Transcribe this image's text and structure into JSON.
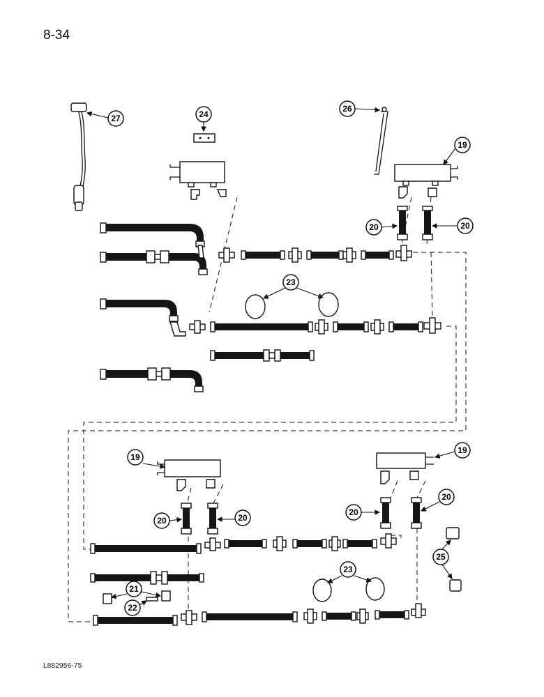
{
  "page_number": "8-34",
  "footer_code": "L882956-75",
  "callouts": {
    "c19a": "19",
    "c19b": "19",
    "c19c": "19",
    "c20a": "20",
    "c20b": "20",
    "c20c": "20",
    "c20d": "20",
    "c20e": "20",
    "c20f": "20",
    "c21": "21",
    "c22": "22",
    "c23a": "23",
    "c23b": "23",
    "c24": "24",
    "c25": "25",
    "c26": "26",
    "c27": "27"
  }
}
